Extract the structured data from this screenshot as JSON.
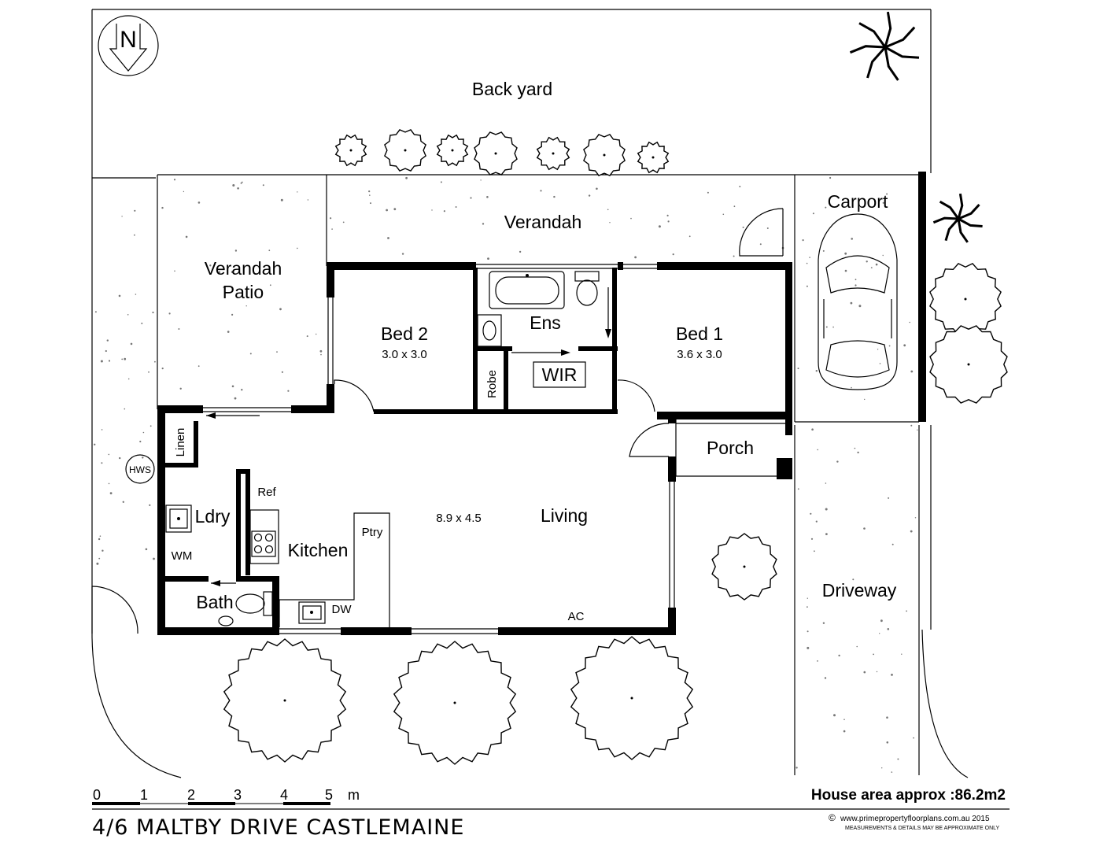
{
  "plan": {
    "address": "4/6 MALTBY DRIVE CASTLEMAINE",
    "house_area": "House area approx :86.2m2",
    "credit": "www.primepropertyfloorplans.com.au 2015",
    "copyright_symbol": "©",
    "disclaimer": "MEASUREMENTS & DETAILS MAY BE APPROXIMATE ONLY",
    "north_arrow_letter": "N",
    "scale": {
      "ticks": [
        "0",
        "1",
        "2",
        "3",
        "4",
        "5"
      ],
      "unit": "m"
    },
    "areas": {
      "back_yard": "Back yard",
      "verandah": "Verandah",
      "verandah_patio_line1": "Verandah",
      "verandah_patio_line2": "Patio",
      "carport": "Carport",
      "driveway": "Driveway",
      "porch": "Porch"
    },
    "rooms": {
      "bed2": {
        "name": "Bed 2",
        "size": "3.0 x 3.0"
      },
      "bed1": {
        "name": "Bed 1",
        "size": "3.6 x 3.0"
      },
      "ens": "Ens",
      "wir": "WIR",
      "robe": "Robe",
      "linen": "Linen",
      "ldry": "Ldry",
      "wm": "WM",
      "bath": "Bath",
      "ref": "Ref",
      "kitchen": "Kitchen",
      "ptry": "Ptry",
      "dw": "DW",
      "living": "Living",
      "living_size": "8.9 x 4.5",
      "ac": "AC",
      "hws": "HWS"
    }
  }
}
